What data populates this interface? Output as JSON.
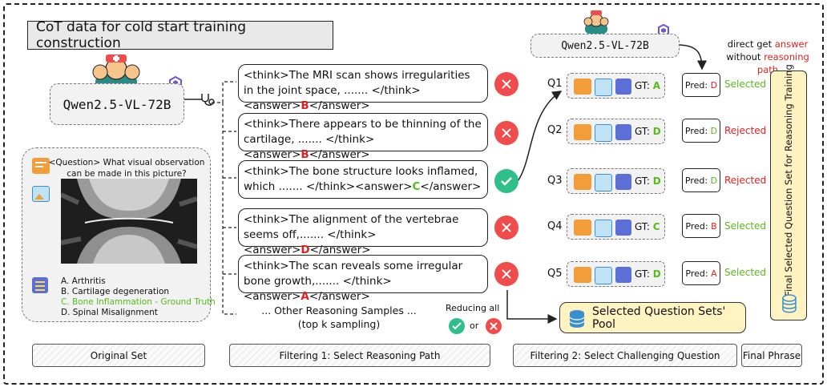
{
  "title": "CoT data for cold start training construction",
  "models": {
    "left": "Qwen2.5-VL-72B",
    "right": "Qwen2.5-VL-72B"
  },
  "direct_note": {
    "line1_pre": "direct get ",
    "line1_hl": "answer",
    "line2_pre": "without ",
    "line2_hl": "reasoning path"
  },
  "original": {
    "question_line1": "<Question> What visual observation",
    "question_line2": "can be made in this picture?",
    "options": [
      "A. Arthritis",
      "B. Cartilage degeneration",
      "C. Bone Inflammation - Ground Truth",
      "D. Spinal Misalignment"
    ]
  },
  "cot_samples": [
    {
      "pre": "<think>The MRI scan shows irregularities in the joint space, ....... </think><answer>",
      "ans": "B",
      "post": "</answer>",
      "correct": false
    },
    {
      "pre": "<think>There appears to be thinning of the cartilage, ....... </think><answer>",
      "ans": "B",
      "post": "</answer>",
      "correct": false
    },
    {
      "pre": "<think>The bone structure looks inflamed, which ....... </think><answer>",
      "ans": "C",
      "post": "</answer>",
      "correct": true
    },
    {
      "pre": "<think>The alignment of the vertebrae seems off,....... </think><answer>",
      "ans": "D",
      "post": "</answer>",
      "correct": false
    },
    {
      "pre": "<think>The scan reveals some irregular bone growth,....... </think><answer>",
      "ans": "A",
      "post": "</answer>",
      "correct": false
    }
  ],
  "other_samples_line1": "... Other Reasoning Samples ...",
  "other_samples_line2": "(top k sampling)",
  "reducing": {
    "label": "Reducing all",
    "or": "or"
  },
  "questions": [
    {
      "q": "Q1",
      "gt_label": "GT:",
      "gt": "A",
      "pred_label": "Pred:",
      "pred": "D",
      "verdict": "Selected"
    },
    {
      "q": "Q2",
      "gt_label": "GT:",
      "gt": "D",
      "pred_label": "Pred:",
      "pred": "D",
      "verdict": "Rejected"
    },
    {
      "q": "Q3",
      "gt_label": "GT:",
      "gt": "D",
      "pred_label": "Pred:",
      "pred": "D",
      "verdict": "Rejected"
    },
    {
      "q": "Q4",
      "gt_label": "GT:",
      "gt": "C",
      "pred_label": "Pred:",
      "pred": "B",
      "verdict": "Selected"
    },
    {
      "q": "Q5",
      "gt_label": "GT:",
      "gt": "D",
      "pred_label": "Pred:",
      "pred": "A",
      "verdict": "Selected"
    }
  ],
  "pool_label": "Selected Question Sets' Pool",
  "final_label": "Final Selected Question Set for Reasoning Training",
  "stages": {
    "s1": "Original Set",
    "s2": "Filtering 1: Select Reasoning Path",
    "s3": "Filtering 2: Select Challenging Question",
    "s4": "Final Phrase"
  },
  "colors": {
    "red": "#e02020",
    "green": "#57bb1a",
    "pool_fill": "#fff3c2"
  }
}
